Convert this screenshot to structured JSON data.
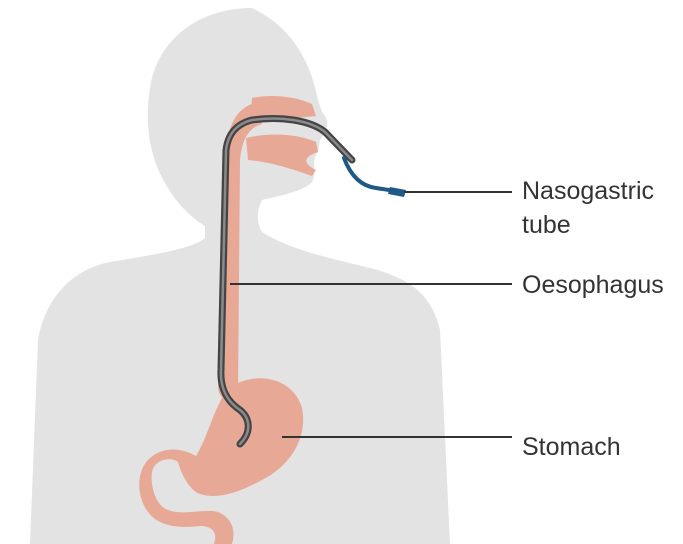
{
  "labels": {
    "nasogastric_line1": "Nasogastric",
    "nasogastric_line2": "tube",
    "oesophagus": "Oesophagus",
    "stomach": "Stomach"
  },
  "colors": {
    "body_silhouette": "#e3e3e3",
    "organ_tissue": "#e8a896",
    "tube_outline": "#444444",
    "tube_fill": "#888888",
    "tube_tip": "#1e5a85",
    "leader_line": "#333333",
    "label_text": "#333333"
  },
  "icons": {
    "silhouette": "human-upper-body-silhouette",
    "tube": "nasogastric-tube"
  }
}
